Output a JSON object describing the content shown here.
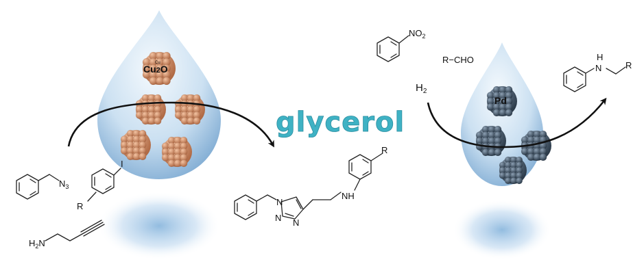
{
  "colors": {
    "drop_light": "#e9f3fb",
    "drop_dark": "#6d9fcc",
    "cu_particle": "#d08e66",
    "pd_particle": "#3f5468",
    "title": "#3fb2c4",
    "arrow": "#111111"
  },
  "title": "glycerol",
  "left": {
    "catalyst": "Cu2O",
    "catalyst_main": "Cu",
    "catalyst_sub": "2",
    "catalyst_end": "O",
    "catalyst_small": "Cu",
    "reagents": {
      "azide_label": "N",
      "azide_sub": "3",
      "iodide_label": "I",
      "r_label": "R",
      "amine_label": "H",
      "amine_sub": "2",
      "amine_end": "N"
    }
  },
  "product_mid": {
    "r_label": "R",
    "nh_label": "NH",
    "n1": "N",
    "n2": "N",
    "n3": "N"
  },
  "right": {
    "catalyst": "Pd",
    "nitro_main": "NO",
    "nitro_sub": "2",
    "aldehyde": "R−CHO",
    "h2_main": "H",
    "h2_sub": "2",
    "product_h": "H",
    "product_n": "N",
    "product_r": "R"
  }
}
